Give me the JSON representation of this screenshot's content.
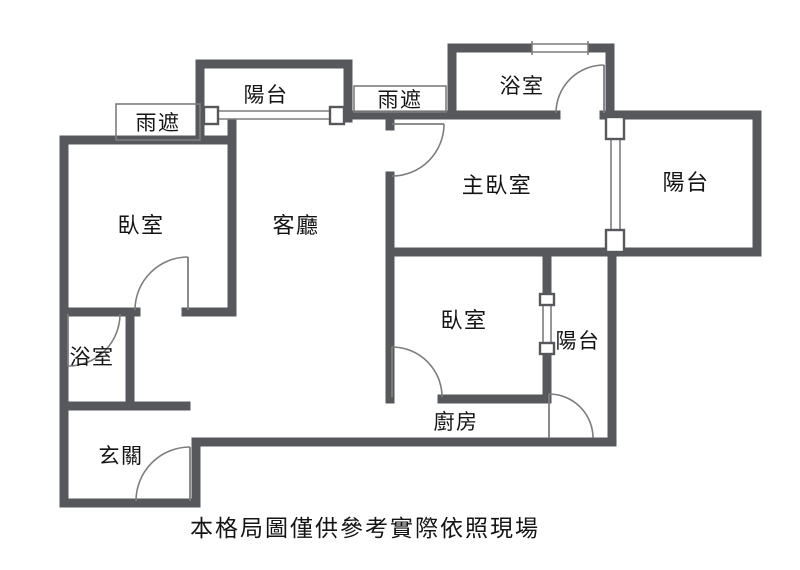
{
  "note": "本格局圖僅供參考實際依照現場",
  "colors": {
    "wall": "#57585b",
    "line": "#7d7d7d",
    "text": "#141414",
    "bg": "#ffffff"
  },
  "rooms": {
    "rain_cover_left": "雨遮",
    "balcony_top": "陽台",
    "rain_cover_mid": "雨遮",
    "bathroom_top": "浴室",
    "master_bedroom": "主臥室",
    "balcony_right": "陽台",
    "bedroom_left": "臥室",
    "living_room": "客廳",
    "bedroom_center": "臥室",
    "balcony_bottom": "陽台",
    "bathroom_left": "浴室",
    "kitchen": "廚房",
    "entry": "玄關"
  }
}
